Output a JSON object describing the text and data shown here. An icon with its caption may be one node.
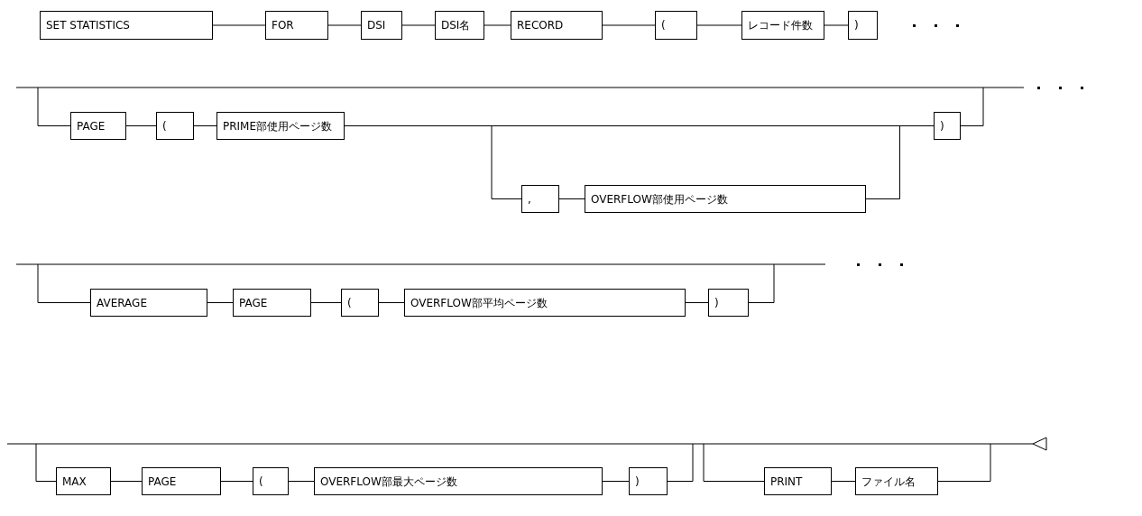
{
  "diagram": {
    "nodes": [
      {
        "text": [
          "SET STATISTICS"
        ]
      },
      {
        "text": [
          "FOR"
        ]
      },
      {
        "text": [
          "DSI"
        ]
      },
      {
        "text": [
          "DSI名"
        ]
      },
      {
        "text": [
          "RECORD"
        ]
      },
      {
        "text": [
          "("
        ]
      },
      {
        "text": [
          "レコード件数"
        ]
      },
      {
        "text": [
          ")"
        ]
      },
      {
        "text": [
          "PAGE"
        ]
      },
      {
        "text": [
          "("
        ]
      },
      {
        "text": [
          "PRIME部使用ページ数"
        ]
      },
      {
        "text": [
          ","
        ]
      },
      {
        "text": [
          "OVERFLOW部使用ページ数"
        ]
      },
      {
        "text": [
          ")"
        ]
      },
      {
        "text": [
          "AVERAGE"
        ]
      },
      {
        "text": [
          "PAGE"
        ]
      },
      {
        "text": [
          "("
        ]
      },
      {
        "text": [
          "OVERFLOW部平均ページ数"
        ]
      },
      {
        "text": [
          ")"
        ]
      },
      {
        "text": [
          "MAX"
        ]
      },
      {
        "text": [
          "PAGE"
        ]
      },
      {
        "text": [
          "("
        ]
      },
      {
        "text": [
          "OVERFLOW部最大ページ数"
        ]
      },
      {
        "text": [
          ")"
        ]
      },
      {
        "text": [
          "PRINT"
        ]
      },
      {
        "text": [
          "ファイル名"
        ]
      }
    ],
    "edges": [
      {
        "from": 0,
        "to": 1,
        "arrow": "none"
      },
      {
        "from": 1,
        "to": 2,
        "arrow": "none"
      },
      {
        "from": 2,
        "to": 3,
        "arrow": "none"
      },
      {
        "from": 3,
        "to": 4,
        "arrow": "none"
      },
      {
        "from": 4,
        "to": 5,
        "arrow": "none"
      },
      {
        "from": 5,
        "to": 6,
        "arrow": "none"
      },
      {
        "from": 6,
        "to": 7,
        "arrow": "none"
      },
      {
        "from": 8,
        "to": 9,
        "arrow": "none"
      },
      {
        "from": 9,
        "to": 10,
        "arrow": "none"
      },
      {
        "from": 10,
        "to": 13,
        "arrow": "none"
      },
      {
        "from": 10,
        "to": 11,
        "arrow": "none"
      },
      {
        "from": 11,
        "to": 12,
        "arrow": "none"
      },
      {
        "from": 12,
        "to": 13,
        "arrow": "none"
      },
      {
        "from": 14,
        "to": 15,
        "arrow": "none"
      },
      {
        "from": 15,
        "to": 16,
        "arrow": "none"
      },
      {
        "from": 16,
        "to": 17,
        "arrow": "none"
      },
      {
        "from": 17,
        "to": 18,
        "arrow": "none"
      },
      {
        "from": 19,
        "to": 20,
        "arrow": "none"
      },
      {
        "from": 20,
        "to": 21,
        "arrow": "none"
      },
      {
        "from": 21,
        "to": 22,
        "arrow": "none"
      },
      {
        "from": 22,
        "to": 23,
        "arrow": "none"
      },
      {
        "from": 24,
        "to": 25,
        "arrow": "none"
      },
      {
        "from": null,
        "to": 8,
        "arrow": "none"
      },
      {
        "from": 13,
        "to": null,
        "arrow": "none"
      },
      {
        "from": null,
        "to": 14,
        "arrow": "none"
      },
      {
        "from": 18,
        "to": null,
        "arrow": "none"
      },
      {
        "from": null,
        "to": 19,
        "arrow": "none"
      },
      {
        "from": 23,
        "to": null,
        "arrow": "none"
      },
      {
        "from": null,
        "to": 24,
        "arrow": "none"
      },
      {
        "from": 25,
        "to": null,
        "arrow": "none"
      }
    ]
  }
}
